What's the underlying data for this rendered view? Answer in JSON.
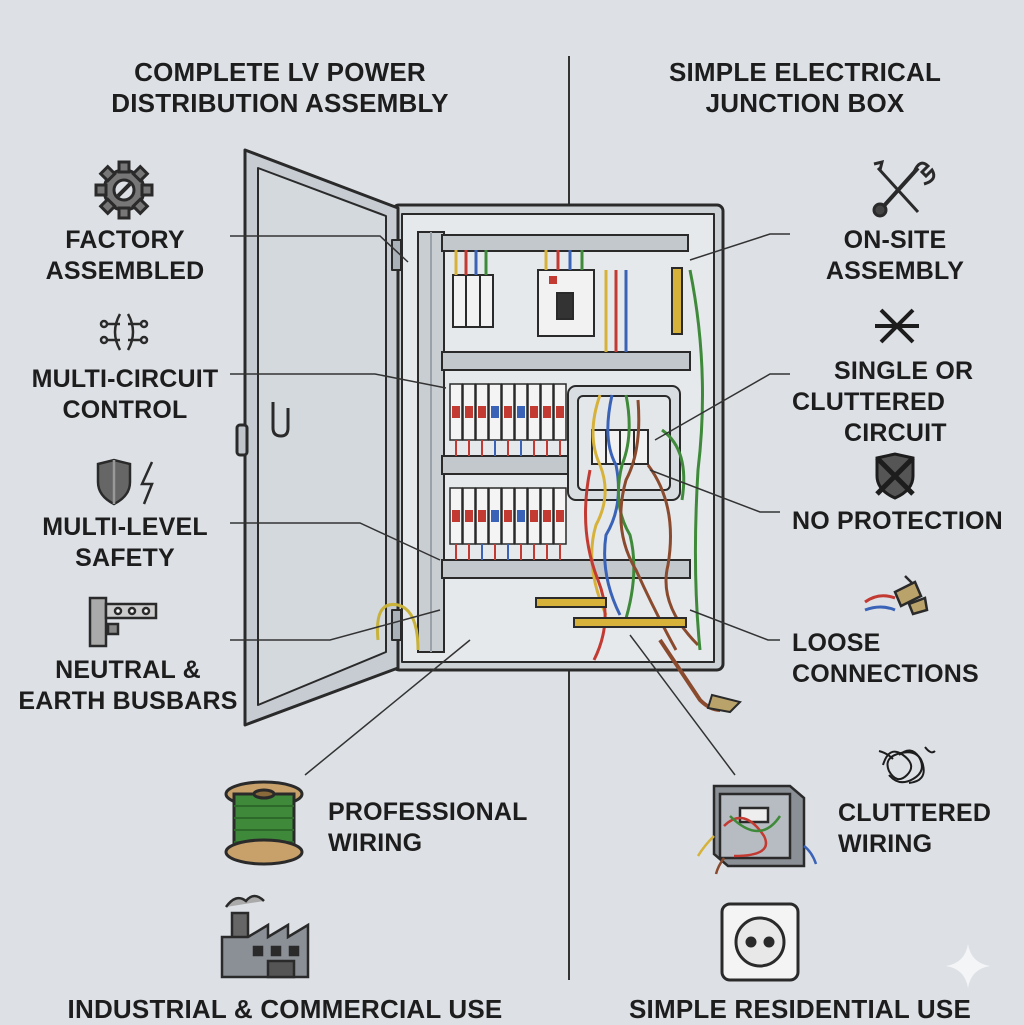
{
  "left_title": [
    "COMPLETE LV POWER",
    "DISTRIBUTION ASSEMBLY"
  ],
  "right_title": [
    "SIMPLE ELECTRICAL",
    "JUNCTION BOX"
  ],
  "left_features": {
    "factory": [
      "FACTORY",
      "ASSEMBLED"
    ],
    "multi_circuit": [
      "MULTI-CIRCUIT",
      "CONTROL"
    ],
    "safety": [
      "MULTI-LEVEL",
      "SAFETY"
    ],
    "busbars": [
      "NEUTRAL &",
      "EARTH BUSBARS"
    ],
    "wiring": [
      "PROFESSIONAL",
      "WIRING"
    ],
    "use": "INDUSTRIAL & COMMERCIAL USE"
  },
  "right_features": {
    "onsite": [
      "ON-SITE",
      "ASSEMBLY"
    ],
    "circuit": [
      "SINGLE OR",
      "CLUTTERED",
      "CIRCUIT"
    ],
    "protection": "NO PROTECTION",
    "loose": [
      "LOOSE",
      "CONNECTIONS"
    ],
    "cluttered_wiring": [
      "CLUTTERED",
      "WIRING"
    ],
    "use": "SIMPLE RESIDENTIAL USE"
  },
  "icons": [
    "gear-icon",
    "circuit-icon",
    "shield-lightning-icon",
    "busbar-icon",
    "wire-spool-icon",
    "factory-icon",
    "tools-icon",
    "asterisk-icon",
    "crossed-shield-icon",
    "wire-connector-icon",
    "tangled-wire-icon",
    "junction-box-icon",
    "socket-icon",
    "sparkle-icon"
  ],
  "colors": {
    "background": "#dde1e6",
    "ink": "#1d1d1d",
    "red": "#c23a32",
    "blue": "#3a63b8",
    "green": "#3f8a3a",
    "yellow": "#d6b23a",
    "brown": "#8a4a2e"
  }
}
